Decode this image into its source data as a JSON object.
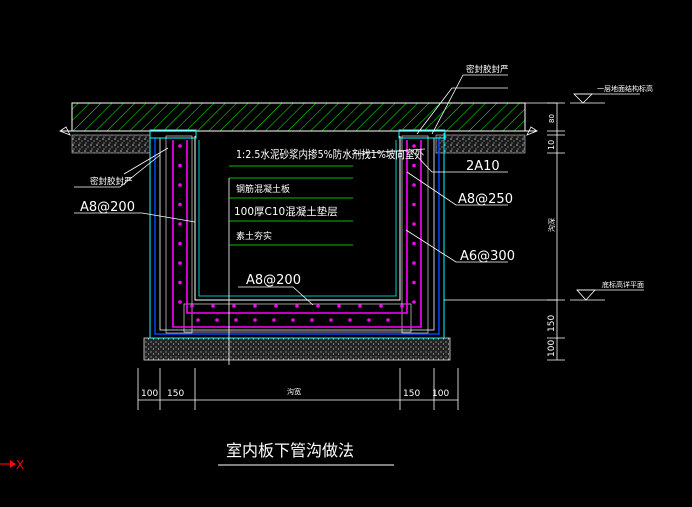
{
  "title": "室内板下管沟做法",
  "colors": {
    "background": "#000000",
    "line_white": "#ffffff",
    "line_green": "#00ff00",
    "line_cyan": "#00ffff",
    "line_blue": "#0044ff",
    "rebar_magenta": "#ff00ff",
    "concrete_gray": "#8c8c8c",
    "axis_red": "#ff0000"
  },
  "labels": {
    "sealant_top_right": "密封胶封严",
    "sealant_left": "密封胶封严",
    "floor_level": "一层地面结构标高",
    "bottom_level": "底标高详平面",
    "mortar_note": "1:2.5水泥砂浆内掺5%防水剂找1%坡向室外",
    "rebar_2a10": "2A10",
    "rebar_a8_250": "A8@250",
    "rebar_a6_300": "A6@300",
    "rebar_a8_200_left": "A8@200",
    "rebar_a8_200_bottom": "A8@200",
    "layer_1": "钢筋混凝土板",
    "layer_2": "100厚C10混凝土垫层",
    "layer_3": "素土夯实"
  },
  "dimensions": {
    "right_top": "80",
    "right_10": "10",
    "right_depth": "沟深",
    "right_150": "150",
    "right_100": "100",
    "bottom_100_left": "100",
    "bottom_150_left": "150",
    "bottom_width": "沟宽",
    "bottom_150_right": "150",
    "bottom_100_right": "100"
  },
  "axis": {
    "label": "X"
  }
}
